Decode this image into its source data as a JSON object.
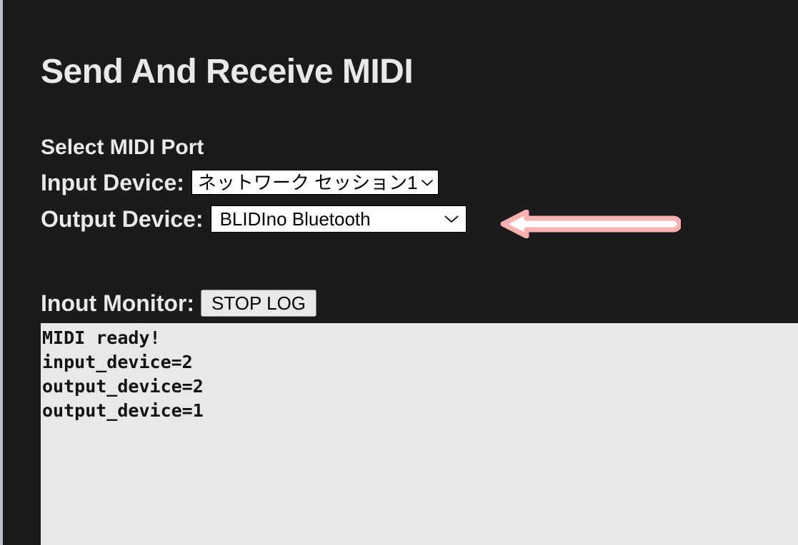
{
  "page": {
    "title": "Send And Receive MIDI",
    "background_color": "#1b1b1b",
    "text_color": "#e9e9e9"
  },
  "section": {
    "heading": "Select MIDI Port"
  },
  "fields": {
    "input": {
      "label": "Input Device:",
      "selected_option": "ネットワーク セッション1",
      "caret_icon": "chevron-down-icon"
    },
    "output": {
      "label": "Output Device:",
      "selected_option": "BLIDIno Bluetooth",
      "caret_icon": "chevron-down-icon"
    }
  },
  "annotation": {
    "arrow_icon": "arrow-left-icon",
    "fill_color": "#ffffff",
    "stroke_color": "#f7b0ae",
    "direction": "left",
    "points_at": "output-device-select"
  },
  "monitor": {
    "label": "Inout Monitor:",
    "stop_log_label": "STOP LOG",
    "panel_background": "#e8e8e8",
    "lines": [
      "MIDI ready!",
      "input_device=2",
      "output_device=2",
      "output_device=1"
    ]
  }
}
